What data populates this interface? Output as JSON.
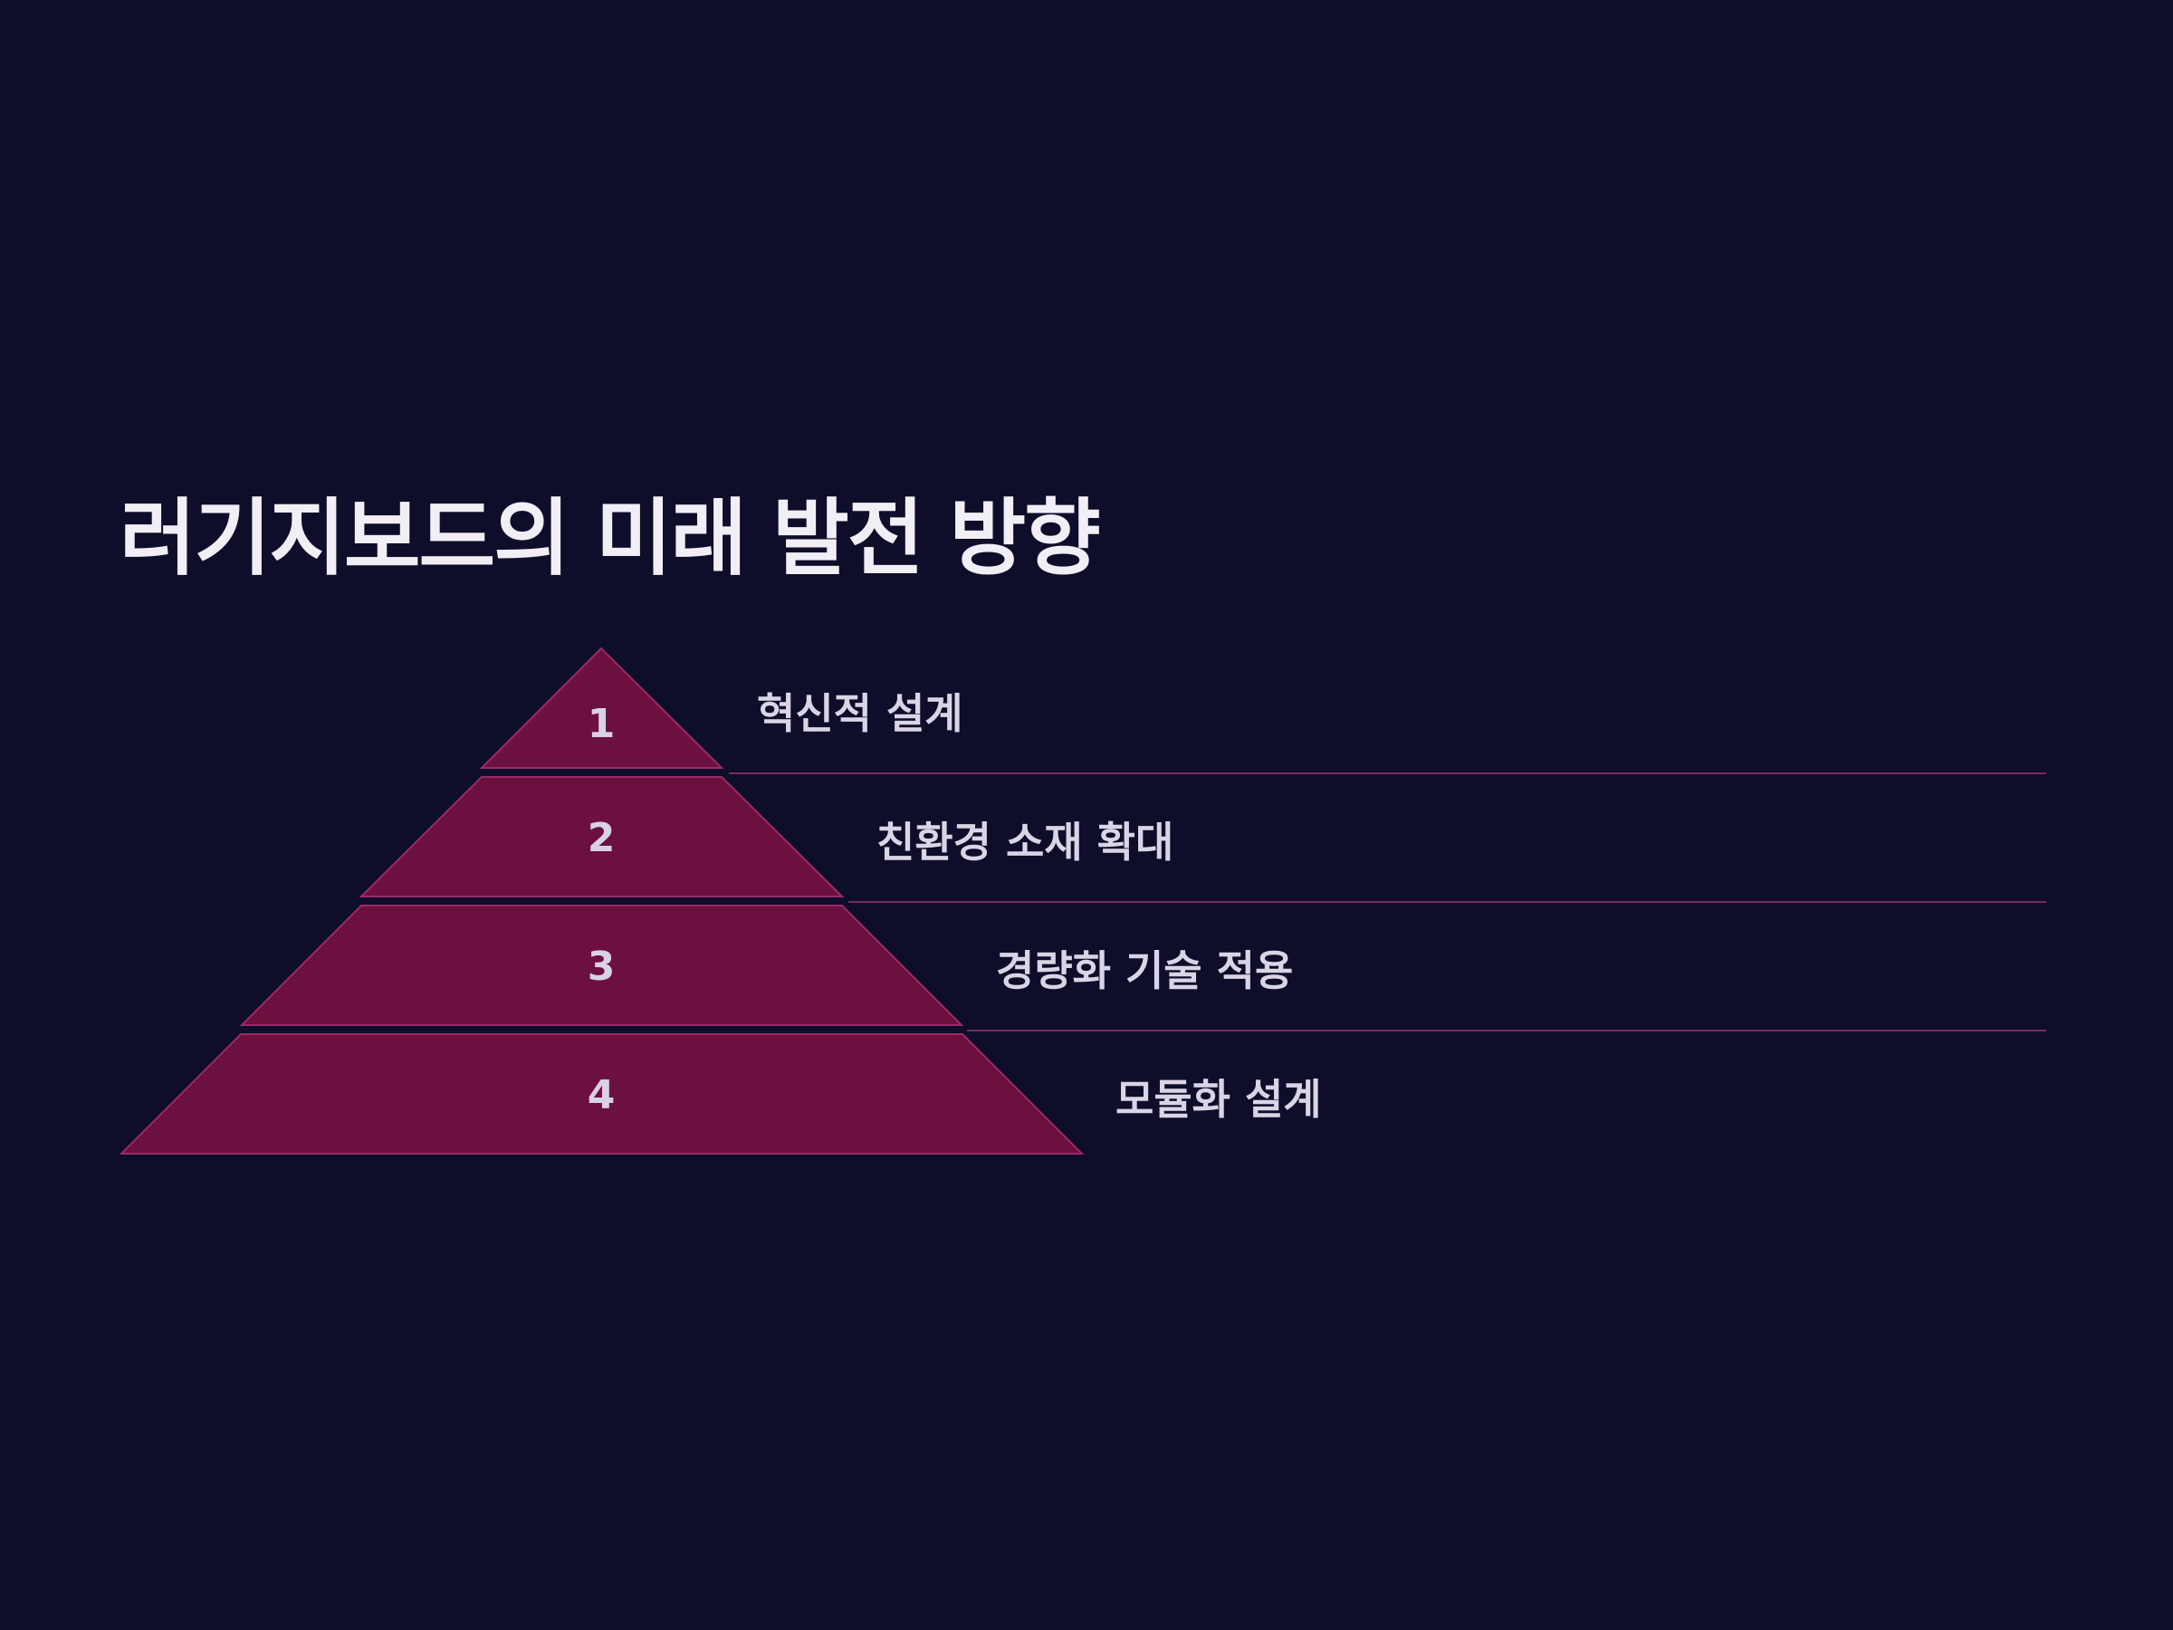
{
  "slide": {
    "title": "러기지보드의 미래 발전 방향"
  },
  "pyramid": {
    "fill_color": "#6c1040",
    "stroke_color": "#9b2a68",
    "divider_color": "#7a2a5e",
    "tiers": [
      {
        "number": "1",
        "label": "혁신적 설계"
      },
      {
        "number": "2",
        "label": "친환경 소재 확대"
      },
      {
        "number": "3",
        "label": "경량화 기술 적용"
      },
      {
        "number": "4",
        "label": "모듈화 설계"
      }
    ]
  }
}
